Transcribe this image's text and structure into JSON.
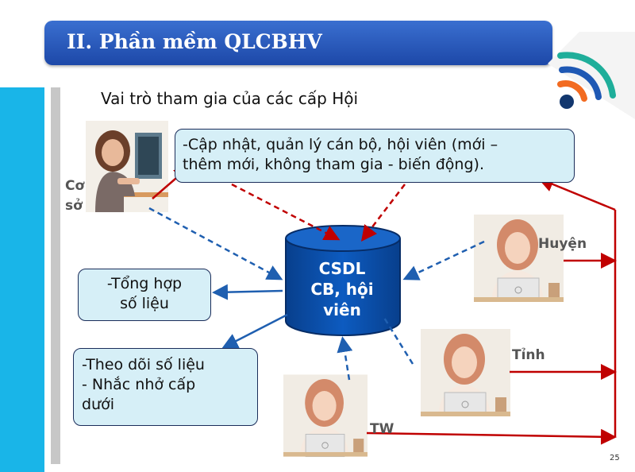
{
  "slide": {
    "title": "II. Phần mềm QLCBHV",
    "subtitle": "Vai trò tham gia của các cấp Hội",
    "page_number": "25"
  },
  "boxes": {
    "update_line1": "-Cập nhật, quản lý cán bộ, hội viên (mới –",
    "update_line2": "thêm mới, không tham gia - biến động).",
    "summary_line1": "-Tổng hợp",
    "summary_line2": "số liệu",
    "track_line1": "-Theo dõi số liệu",
    "track_line2": "- Nhắc nhở cấp",
    "track_line3": "dưới"
  },
  "database": {
    "line1": "CSDL",
    "line2": "CB, hội",
    "line3": "viên"
  },
  "roles": {
    "coso_line1": "Cơ",
    "coso_line2": "sở",
    "huyen": "Huyện",
    "tinh": "Tỉnh",
    "tw": "TW"
  },
  "colors": {
    "title_bar": "#1d48a8",
    "accent_cyan": "#19b5e8",
    "box_fill": "#d6eff7",
    "database_fill": "#0a4ea6",
    "arrow_red": "#c00000",
    "arrow_blue": "#1f5fb0"
  },
  "icons": [
    "wifi-signal-icon",
    "woman-at-computer-icon",
    "woman-at-laptop-icon"
  ]
}
